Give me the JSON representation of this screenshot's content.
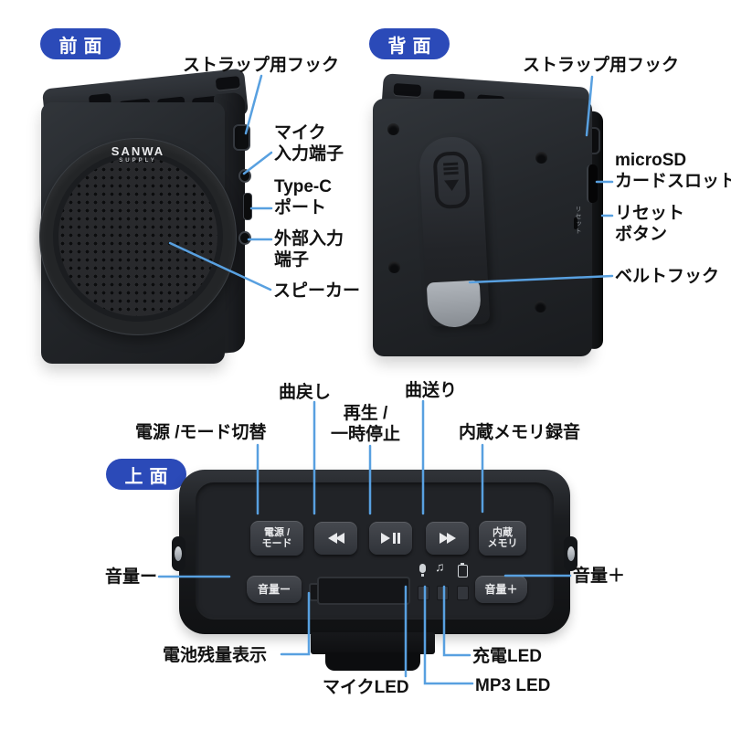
{
  "colors": {
    "badge_blue": "#2b4ab8",
    "callout_line_blue": "#58a0e0",
    "label_text": "#111111"
  },
  "badges": {
    "front": "前面",
    "back": "背面",
    "top": "上面"
  },
  "brand": {
    "name": "SANWA",
    "sub": "SUPPLY"
  },
  "front_view": {
    "callouts": {
      "strap": "ストラップ用フック",
      "mic": [
        "マイク",
        "入力端子"
      ],
      "typec": [
        "Type-C",
        "ポート"
      ],
      "aux": [
        "外部入力",
        "端子"
      ],
      "speaker": "スピーカー"
    }
  },
  "back_view": {
    "callouts": {
      "strap": "ストラップ用フック",
      "microsd": [
        "microSD",
        "カードスロット"
      ],
      "reset": [
        "リセット",
        "ボタン"
      ],
      "belt": "ベルトフック"
    },
    "side_micro_label": "リセット"
  },
  "top_view": {
    "callouts": {
      "power": "電源 /モード切替",
      "prev": "曲戻し",
      "play": [
        "再生 /",
        "一時停止"
      ],
      "next": "曲送り",
      "memory": "内蔵メモリ録音",
      "vol_minus": "音量ー",
      "vol_plus": "音量＋",
      "battery": "電池残量表示",
      "mic_led": "マイクLED",
      "mp3_led": "MP3 LED",
      "charge_led": "充電LED"
    },
    "buttons": {
      "power": [
        "電源 /",
        "モード"
      ],
      "memory": [
        "内蔵",
        "メモリ"
      ],
      "vol_minus": "音量ー",
      "vol_plus": "音量＋"
    },
    "icons": {
      "rewind": "rewind-icon",
      "play_pause": "play-pause-icon",
      "fast_forward": "fast-forward-icon",
      "mic": "mic-icon",
      "music_note": "♫",
      "battery": "battery-charge-icon"
    }
  }
}
